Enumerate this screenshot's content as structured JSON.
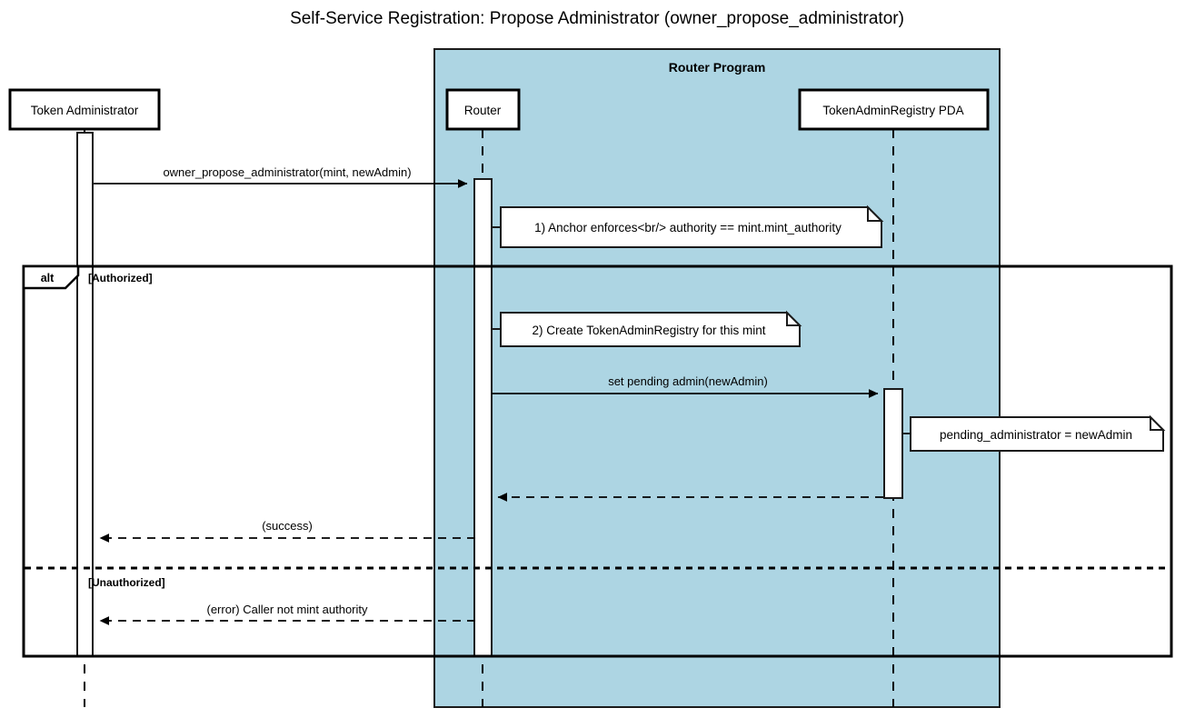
{
  "diagram": {
    "type": "uml-sequence-diagram",
    "title": "Self-Service Registration: Propose Administrator (owner_propose_administrator)",
    "background_color": "#FFFFFF",
    "group_box": {
      "label": "Router Program",
      "fill_color": "#ADD5E3",
      "border_color": "#1B1B1B"
    },
    "participants": [
      {
        "id": "admin",
        "label": "Token Administrator",
        "inside_group": false
      },
      {
        "id": "router",
        "label": "Router",
        "inside_group": true
      },
      {
        "id": "pda",
        "label": "TokenAdminRegistry PDA",
        "inside_group": true
      }
    ],
    "messages": [
      {
        "id": "msg1",
        "label": "owner_propose_administrator(mint, newAdmin)",
        "from": "admin",
        "to": "router",
        "style": "solid",
        "arrow": "filled"
      },
      {
        "id": "msg2",
        "label": "set pending admin(newAdmin)",
        "from": "router",
        "to": "pda",
        "style": "solid",
        "arrow": "filled"
      },
      {
        "id": "msg3",
        "label": "",
        "from": "pda",
        "to": "router",
        "style": "dashed",
        "arrow": "filled"
      },
      {
        "id": "msg4",
        "label": "(success)",
        "from": "router",
        "to": "admin",
        "style": "dashed",
        "arrow": "filled"
      },
      {
        "id": "msg5",
        "label": "(error) Caller not mint authority",
        "from": "router",
        "to": "admin",
        "style": "dashed",
        "arrow": "filled"
      }
    ],
    "notes": [
      {
        "id": "note1",
        "text": "1) Anchor enforces<br/> authority == mint.mint_authority",
        "attached_to": "router"
      },
      {
        "id": "note2",
        "text": "2) Create TokenAdminRegistry for this mint",
        "attached_to": "router"
      },
      {
        "id": "note3",
        "text": "pending_administrator = newAdmin",
        "attached_to": "pda"
      }
    ],
    "fragment": {
      "operator": "alt",
      "conditions": [
        {
          "id": "cond1",
          "label": "[Authorized]"
        },
        {
          "id": "cond2",
          "label": "[Unauthorized]"
        }
      ]
    }
  }
}
